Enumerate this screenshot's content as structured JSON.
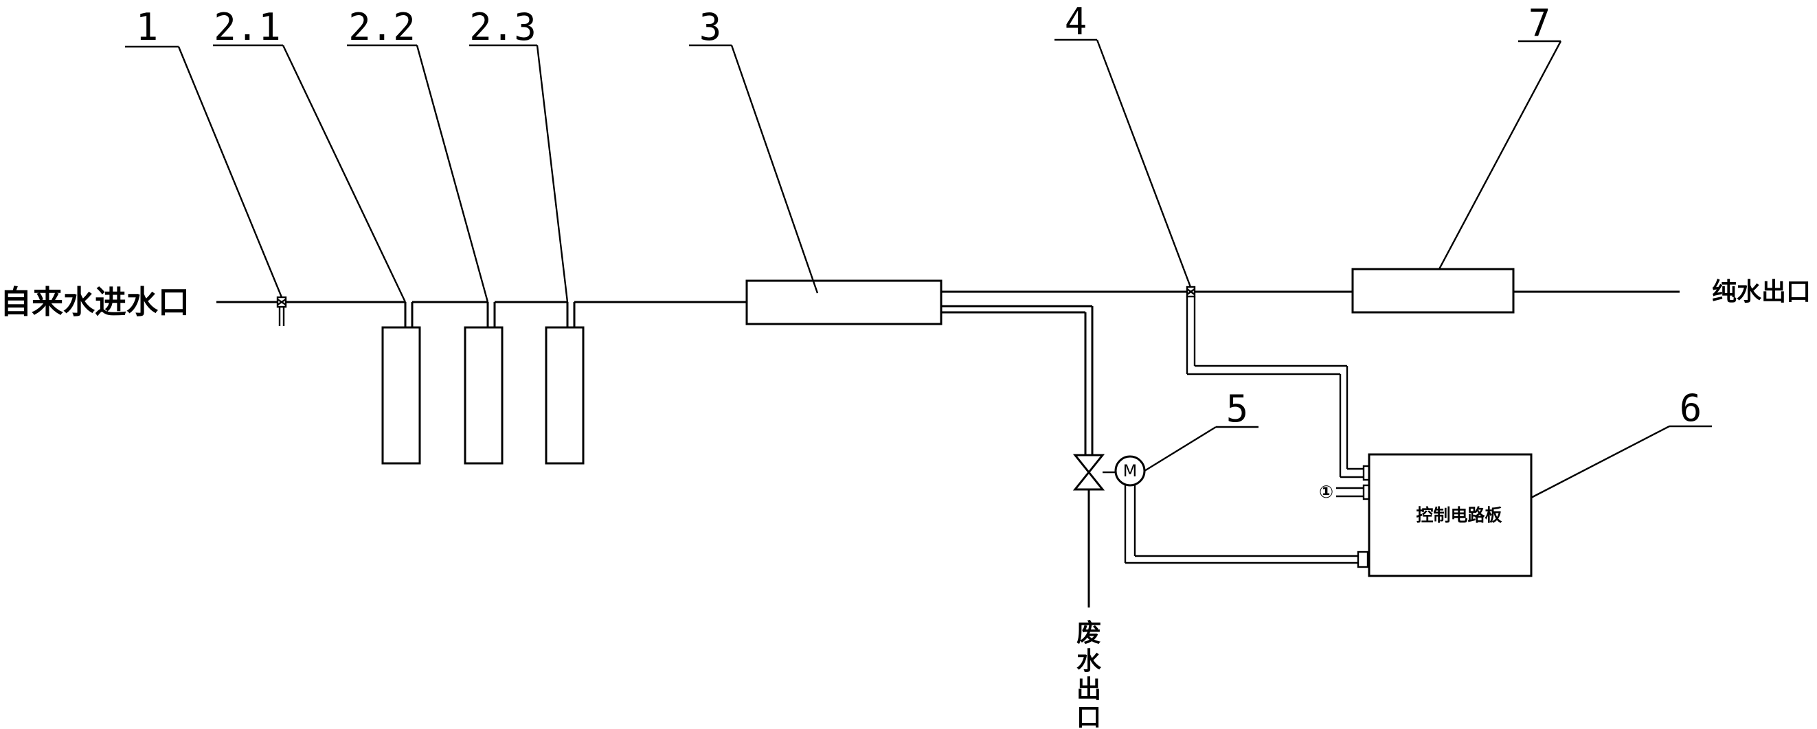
{
  "callouts": {
    "c1": "1",
    "c2_1": "2.1",
    "c2_2": "2.2",
    "c2_3": "2.3",
    "c3": "3",
    "c4": "4",
    "c5": "5",
    "c6": "6",
    "c7": "7"
  },
  "labels": {
    "inlet": "自来水进水口",
    "pure_outlet": "纯水出口",
    "waste_outlet": [
      "废",
      "水",
      "出",
      "口"
    ],
    "control_board": "控制电路板",
    "port_marker": "①",
    "motor_letter": "M"
  }
}
